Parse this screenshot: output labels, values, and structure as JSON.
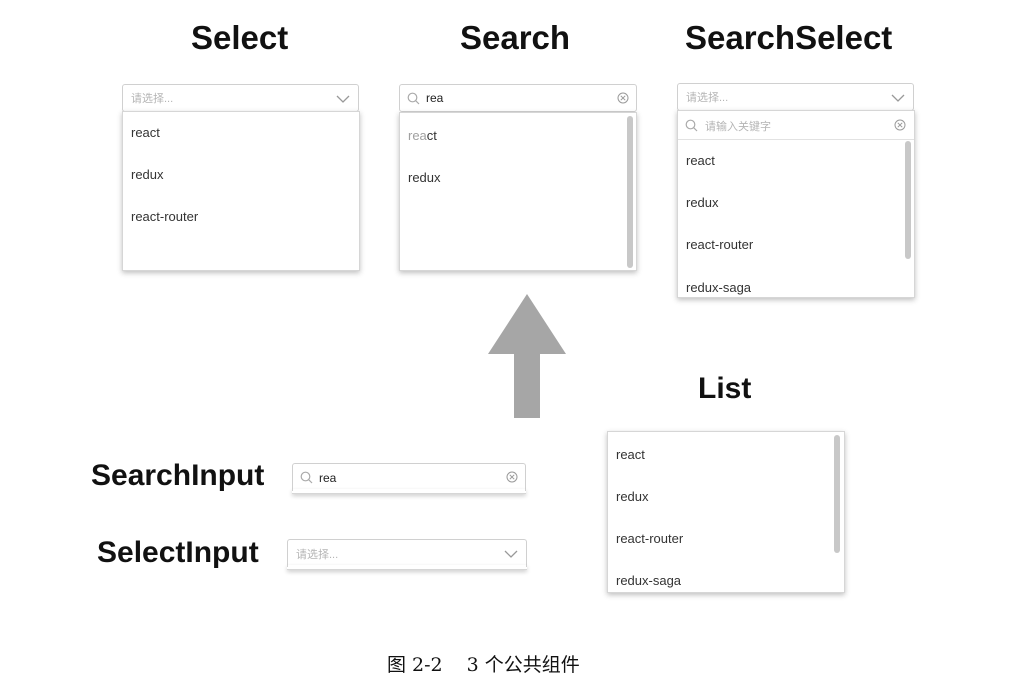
{
  "headings": {
    "select": "Select",
    "search": "Search",
    "search_select": "SearchSelect",
    "list": "List",
    "search_input": "SearchInput",
    "select_input": "SelectInput"
  },
  "select_panel": {
    "placeholder": "请选择...",
    "options": [
      "react",
      "redux",
      "react-router"
    ]
  },
  "search_panel": {
    "query": "rea",
    "options": [
      {
        "highlight": "rea",
        "rest": "ct"
      },
      {
        "highlight": "",
        "rest": "redux"
      }
    ]
  },
  "search_select_panel": {
    "placeholder": "请选择...",
    "search_placeholder": "请输入关键字",
    "options": [
      "react",
      "redux",
      "react-router",
      "redux-saga"
    ]
  },
  "list_panel": {
    "options": [
      "react",
      "redux",
      "react-router",
      "redux-saga"
    ]
  },
  "search_input_panel": {
    "query": "rea"
  },
  "select_input_panel": {
    "placeholder": "请选择..."
  },
  "caption": {
    "label": "图 2-2",
    "text": "3 个公共组件"
  },
  "colors": {
    "arrow": "#a6a6a6",
    "highlight_text": "#a0a0a0",
    "border": "#d6d6d6",
    "scrollbar": "#c8c8c8"
  },
  "icons": {
    "chevron": "chevron-down-icon",
    "search": "search-icon",
    "clear": "clear-circle-icon",
    "arrow": "up-arrow-icon"
  }
}
